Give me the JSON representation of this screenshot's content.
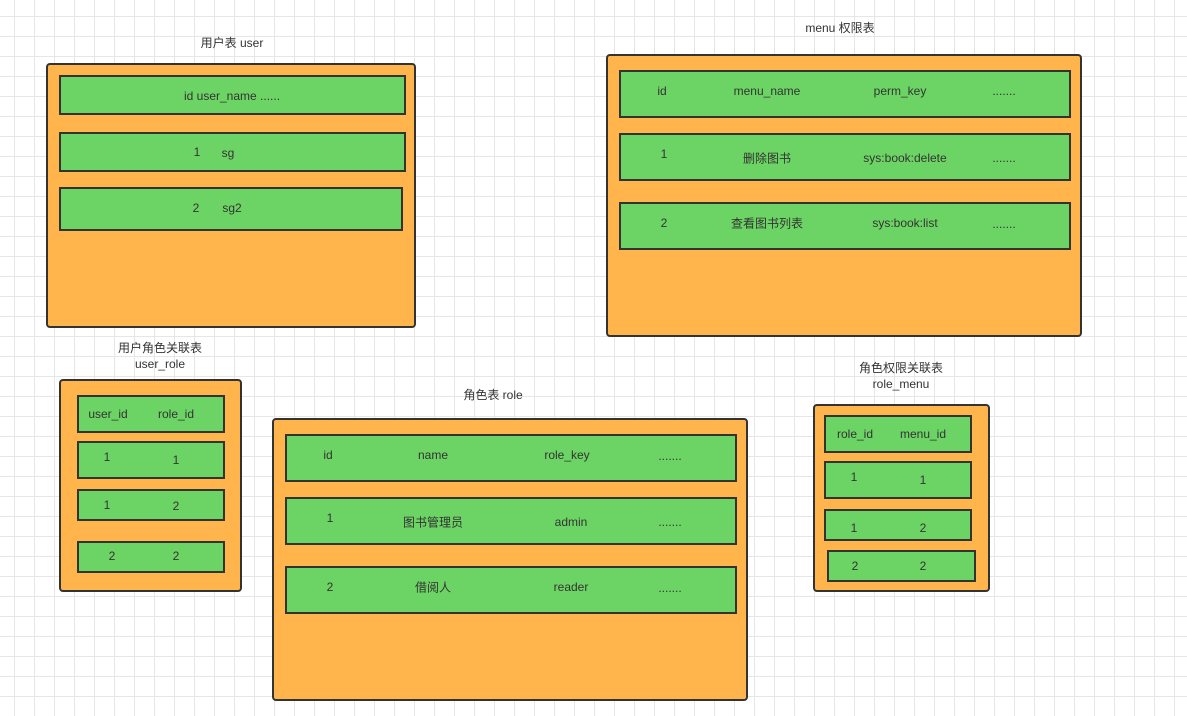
{
  "user": {
    "title": "用户表  user",
    "header": "id user_name ......",
    "rows": [
      [
        "1",
        "sg"
      ],
      [
        "2",
        "sg2"
      ]
    ]
  },
  "menu": {
    "title": "menu 权限表",
    "header": [
      "id",
      "menu_name",
      "perm_key",
      "......."
    ],
    "rows": [
      [
        "1",
        "删除图书",
        "sys:book:delete",
        "......."
      ],
      [
        "2",
        "查看图书列表",
        "sys:book:list",
        "......."
      ]
    ]
  },
  "user_role": {
    "title1": "用户角色关联表",
    "title2": "user_role",
    "header": [
      "user_id",
      "role_id"
    ],
    "rows": [
      [
        "1",
        "1"
      ],
      [
        "1",
        "2"
      ],
      [
        "2",
        "2"
      ]
    ]
  },
  "role": {
    "title": "角色表   role",
    "header": [
      "id",
      "name",
      "role_key",
      "......."
    ],
    "rows": [
      [
        "1",
        "图书管理员",
        "admin",
        "......."
      ],
      [
        "2",
        "借阅人",
        "reader",
        "......."
      ]
    ]
  },
  "role_menu": {
    "title1": "角色权限关联表",
    "title2": "role_menu",
    "header": [
      "role_id",
      "menu_id"
    ],
    "rows": [
      [
        "1",
        "1"
      ],
      [
        "1",
        "2"
      ],
      [
        "2",
        "2"
      ]
    ]
  },
  "colors": {
    "table_fill": "#FFB54C",
    "row_fill": "#6CD464",
    "border": "#333333"
  }
}
